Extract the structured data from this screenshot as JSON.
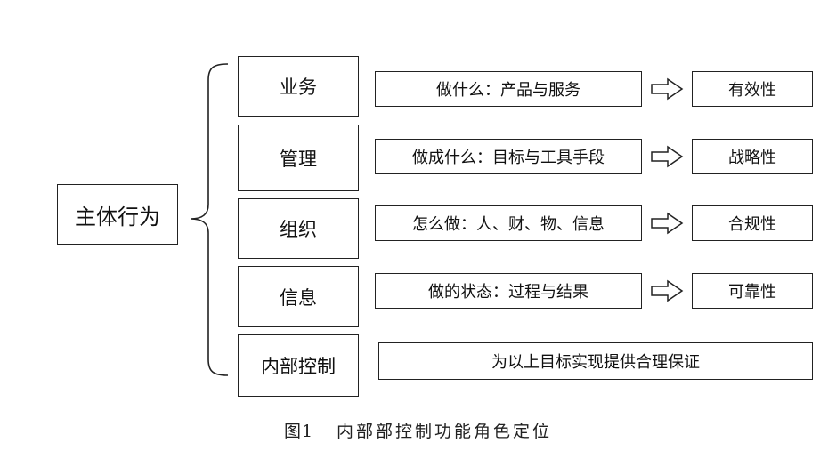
{
  "root": {
    "label": "主体行为"
  },
  "rows": [
    {
      "category": "业务",
      "description": "做什么：产品与服务",
      "result": "有效性"
    },
    {
      "category": "管理",
      "description": "做成什么：目标与工具手段",
      "result": "战略性"
    },
    {
      "category": "组织",
      "description": "怎么做：人、财、物、信息",
      "result": "合规性"
    },
    {
      "category": "信息",
      "description": "做的状态：过程与结果",
      "result": "可靠性"
    }
  ],
  "bottom_row": {
    "category": "内部控制",
    "description": "为以上目标实现提供合理保证"
  },
  "caption": {
    "number": "图1",
    "title": "内部部控制功能角色定位"
  }
}
